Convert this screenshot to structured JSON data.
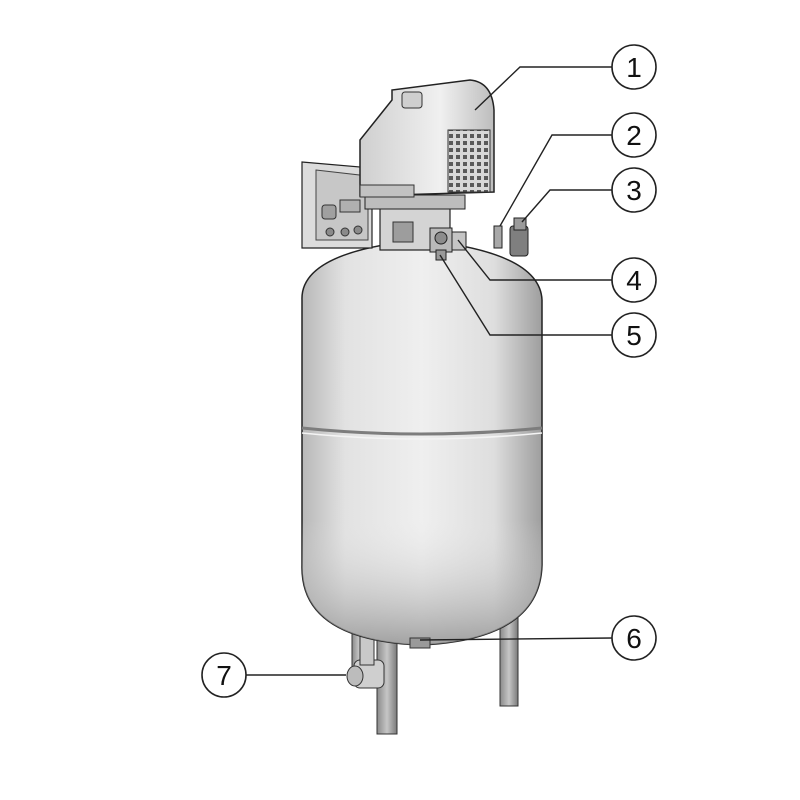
{
  "diagram": {
    "callouts": [
      {
        "id": 1,
        "label": "1"
      },
      {
        "id": 2,
        "label": "2"
      },
      {
        "id": 3,
        "label": "3"
      },
      {
        "id": 4,
        "label": "4"
      },
      {
        "id": 5,
        "label": "5"
      },
      {
        "id": 6,
        "label": "6"
      },
      {
        "id": 7,
        "label": "7"
      }
    ],
    "colors": {
      "tank_body": "#e8e8e8",
      "tank_shadow": "#a9a9a9",
      "outline": "#222222",
      "leader_line": "#222222",
      "metal_dark": "#6d6d6d"
    }
  }
}
